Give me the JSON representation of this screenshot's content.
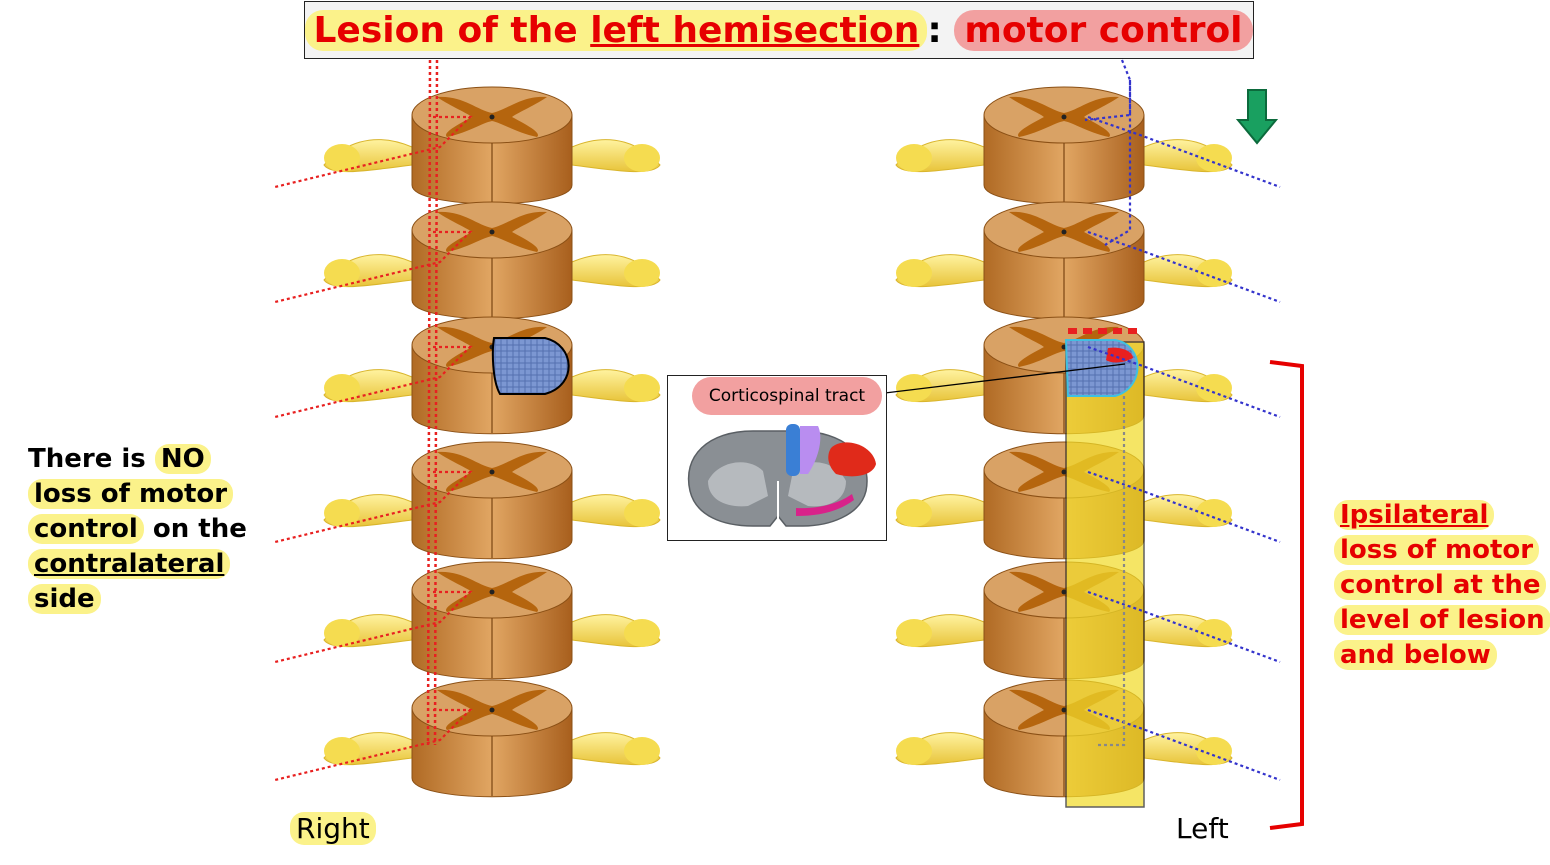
{
  "title": {
    "part1": "Lesion of the ",
    "part2": "left hemisection",
    "part3": ":",
    "part4": "motor control"
  },
  "left_note": {
    "line1_a": "There is ",
    "line1_b": "NO",
    "line2": "loss of motor",
    "line3_a": "control",
    "line3_b": " on the",
    "line4": "contralateral",
    "line5": "side"
  },
  "right_note": {
    "line1": "Ipsilateral",
    "line2": "loss of motor",
    "line3": "control at the",
    "line4": "level of lesion",
    "line5": "and below"
  },
  "inset": {
    "label": "Corticospinal tract"
  },
  "labels": {
    "right": "Right",
    "left": "Left"
  },
  "colors": {
    "title_red": "#e60000",
    "highlight_yellow": "#fbf28a",
    "highlight_pink": "#f2a0a0",
    "red_tract": "#e82020",
    "blue_tract": "#3333cc",
    "lesion_blue": "#6f8fcf",
    "grey_matter": "#b5650e",
    "white_matter": "#d9a265",
    "nerve_yellow": "#f5dc50",
    "bracket_red": "#e60000",
    "arrow_green": "#19a060"
  }
}
